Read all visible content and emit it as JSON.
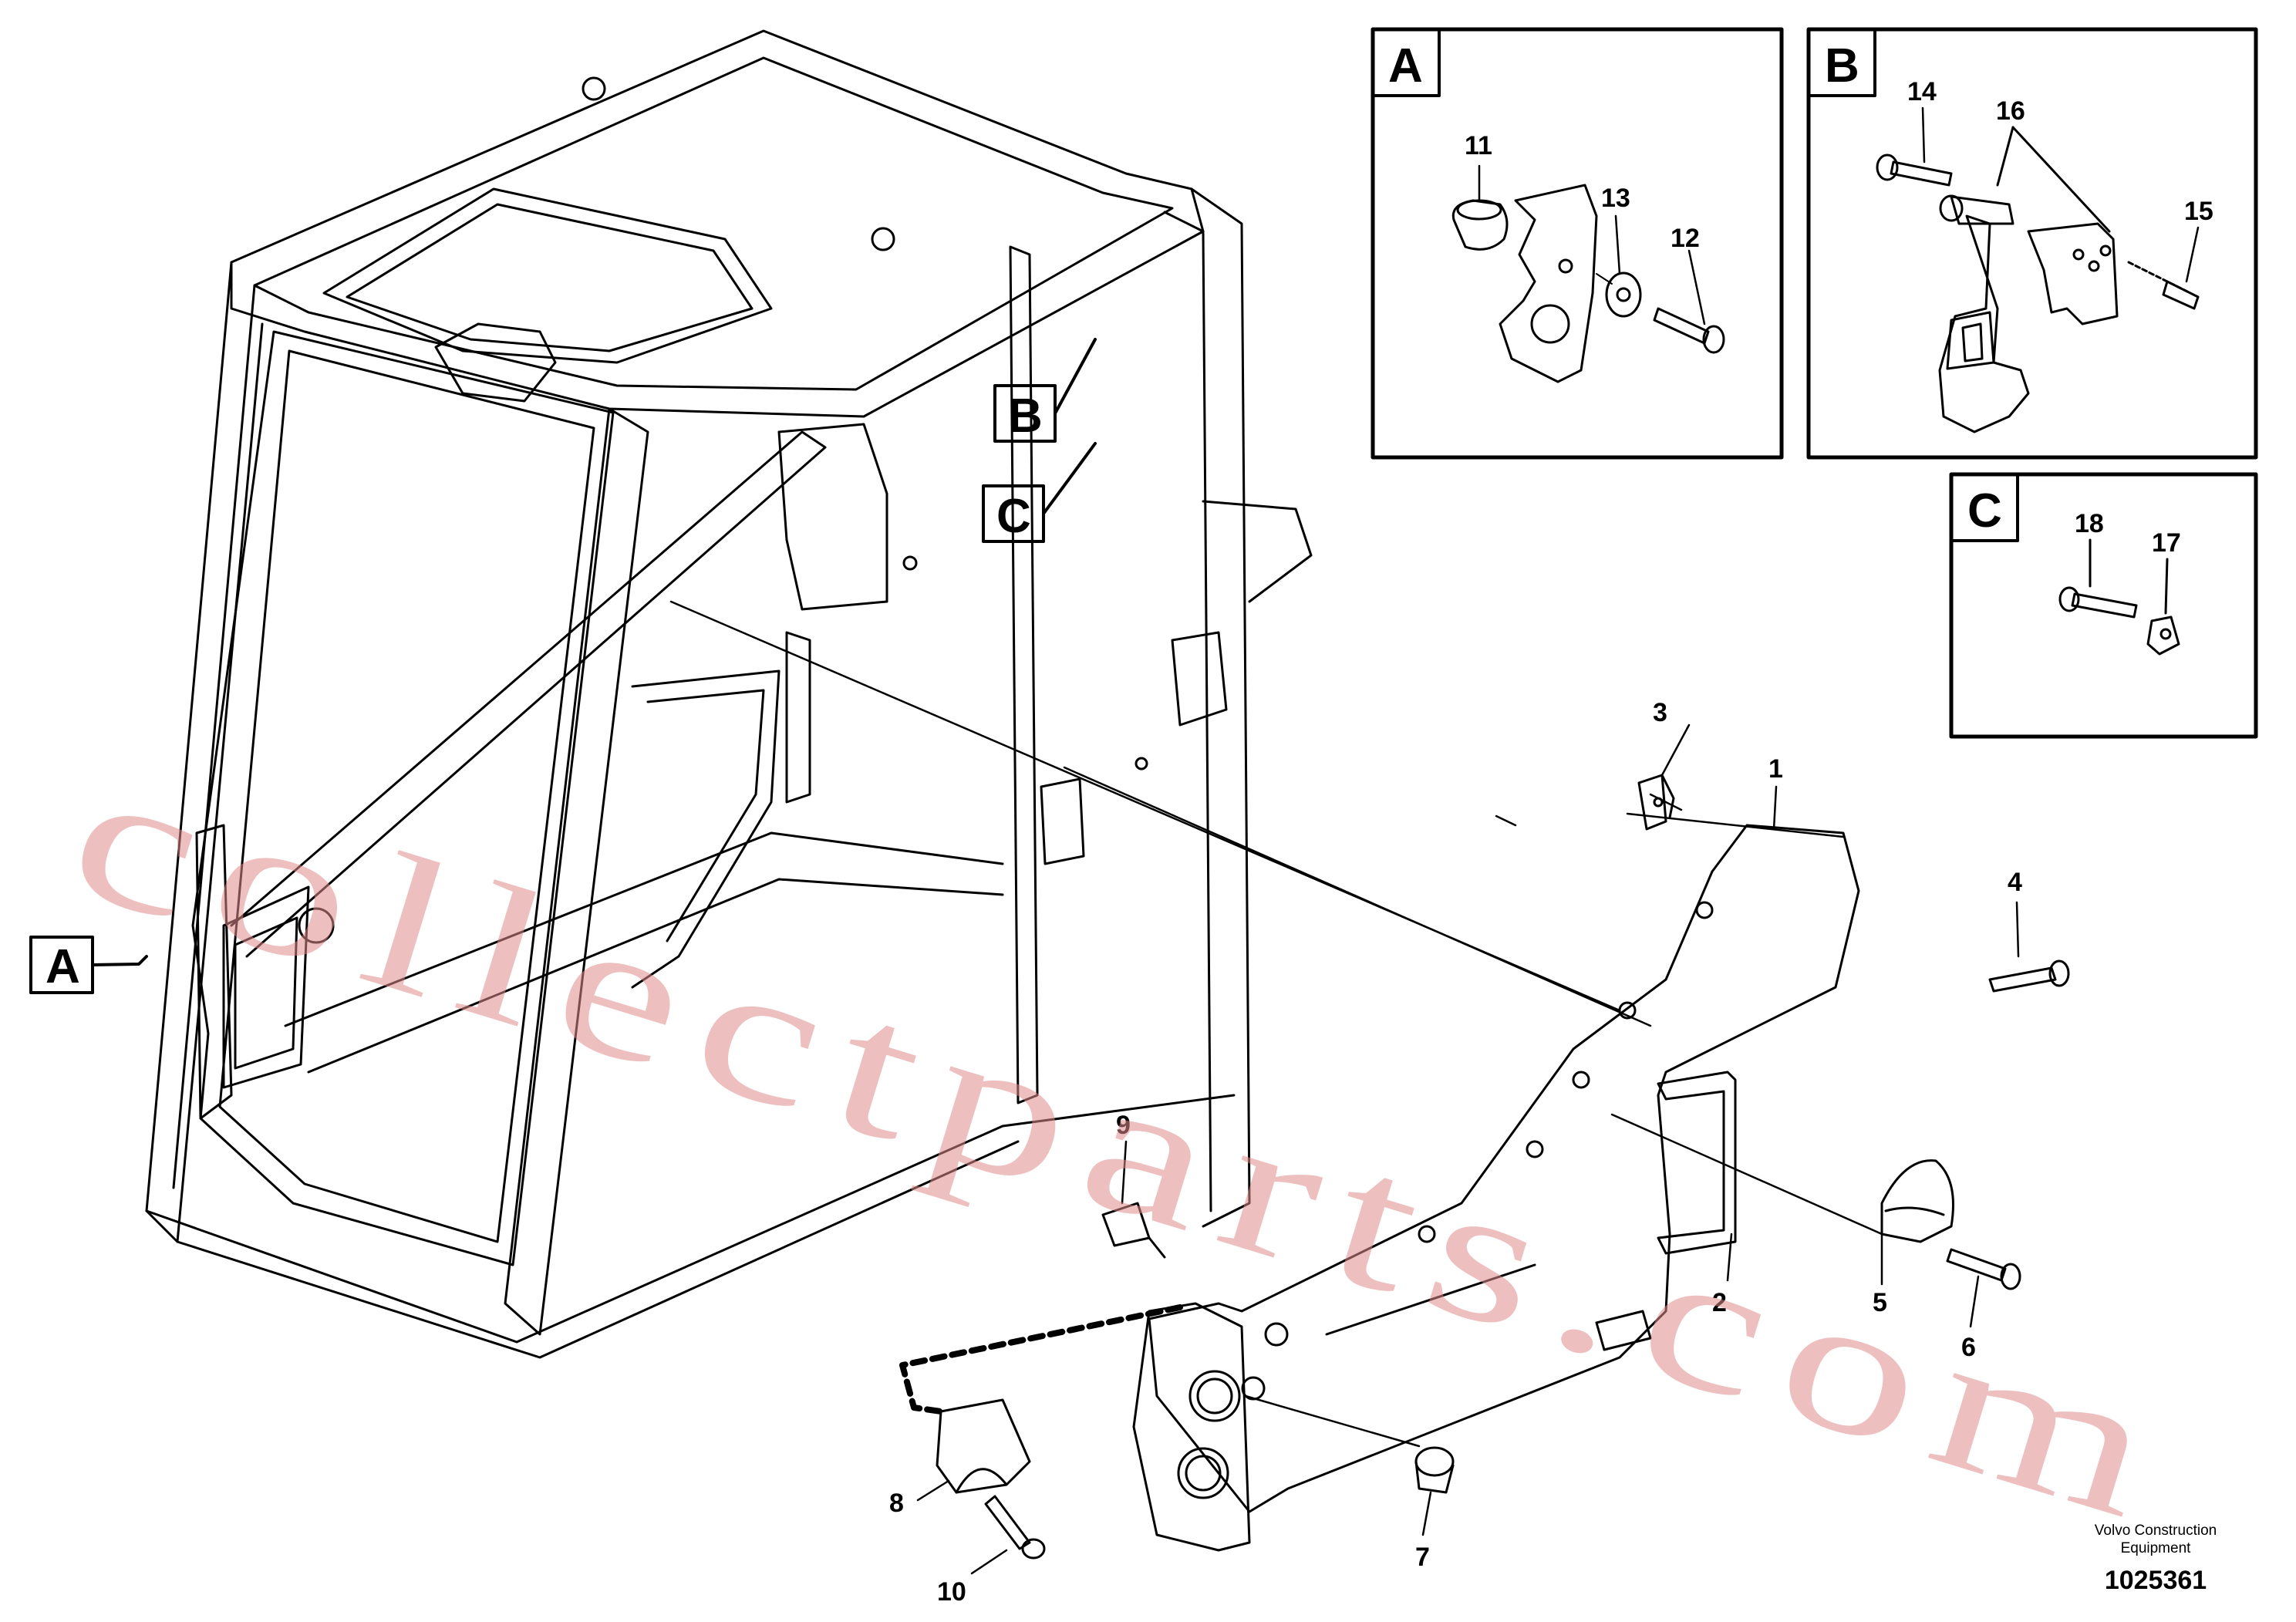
{
  "detail_panels": [
    {
      "letter": "A",
      "parts": [
        "11",
        "13",
        "12"
      ]
    },
    {
      "letter": "B",
      "parts": [
        "14",
        "16",
        "15"
      ]
    },
    {
      "letter": "C",
      "parts": [
        "18",
        "17"
      ]
    }
  ],
  "view_markers": {
    "a": "A",
    "b": "B",
    "c": "C"
  },
  "callouts": {
    "p1": "1",
    "p2": "2",
    "p3": "3",
    "p4": "4",
    "p5": "5",
    "p6": "6",
    "p7": "7",
    "p8": "8",
    "p9": "9",
    "p10": "10"
  },
  "watermark": "collectparts.com",
  "footer": {
    "brand_line1": "Volvo Construction",
    "brand_line2": "Equipment",
    "drawing_number": "1025361"
  }
}
